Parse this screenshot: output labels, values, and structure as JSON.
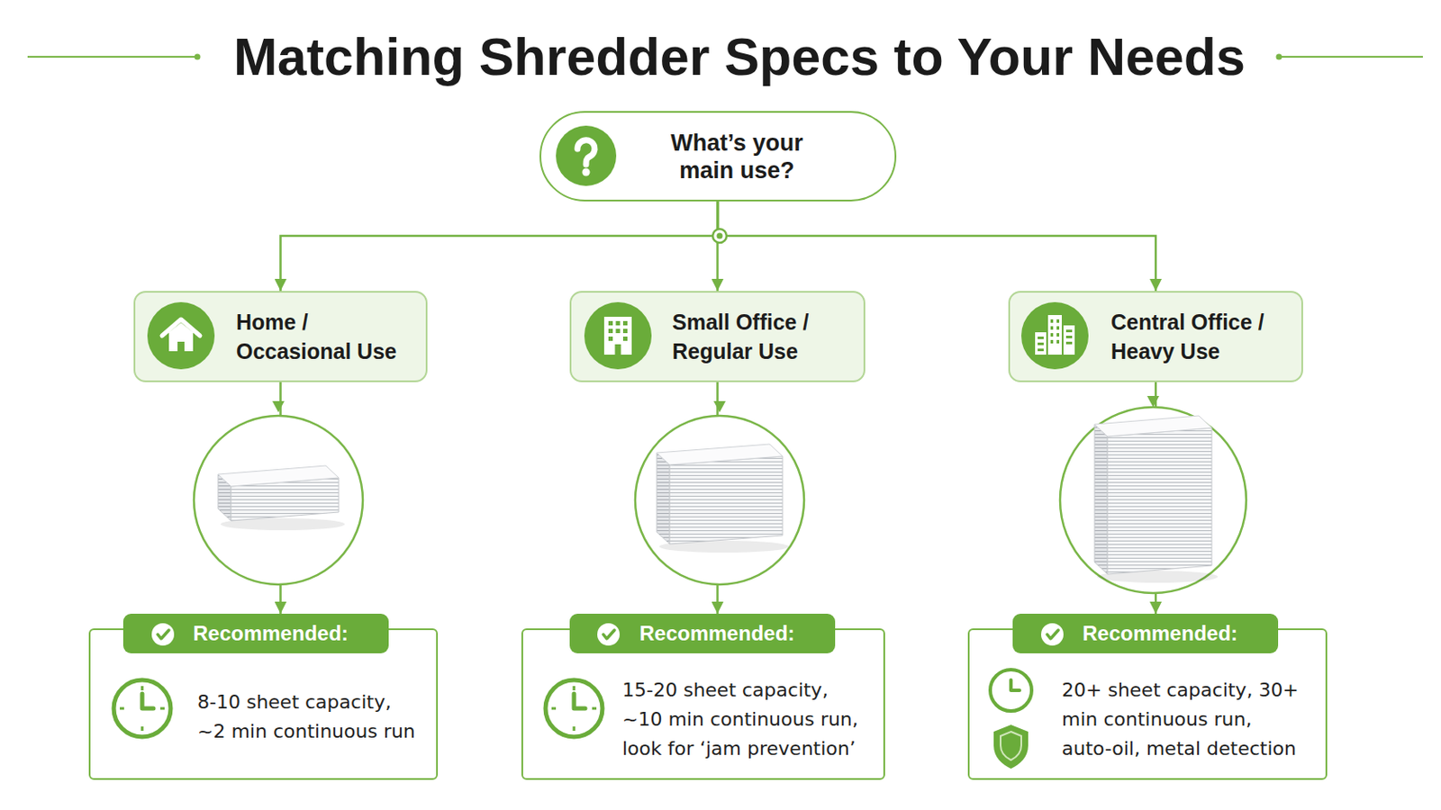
{
  "diagram": {
    "title": "Matching Shredder Specs to Your Needs",
    "nodes": [
      {
        "text": [
          "What’s your main use?"
        ]
      },
      {
        "text": [
          "Home / Occasional Use"
        ]
      },
      {
        "text": [
          "Small Office / Regular Use"
        ]
      },
      {
        "text": [
          "Central Office / Heavy Use"
        ]
      },
      {
        "text": [
          "Recommended:",
          "8-10 sheet capacity, ~2 min continuous run"
        ]
      },
      {
        "text": [
          "Recommended:",
          "15-20 sheet capacity, ~10 min continuous run, look for ‘jam prevention’"
        ]
      },
      {
        "text": [
          "Recommended:",
          "20+ sheet capacity, 30+ min continuous run, auto-oil, metal detection"
        ]
      }
    ],
    "edges": [
      {
        "from": 0,
        "to": 1,
        "arrow": "to"
      },
      {
        "from": 0,
        "to": 2,
        "arrow": "to"
      },
      {
        "from": 0,
        "to": 3,
        "arrow": "to"
      },
      {
        "from": 1,
        "to": 4,
        "arrow": "to"
      },
      {
        "from": 2,
        "to": 5,
        "arrow": "to"
      },
      {
        "from": 3,
        "to": 6,
        "arrow": "to"
      }
    ]
  }
}
